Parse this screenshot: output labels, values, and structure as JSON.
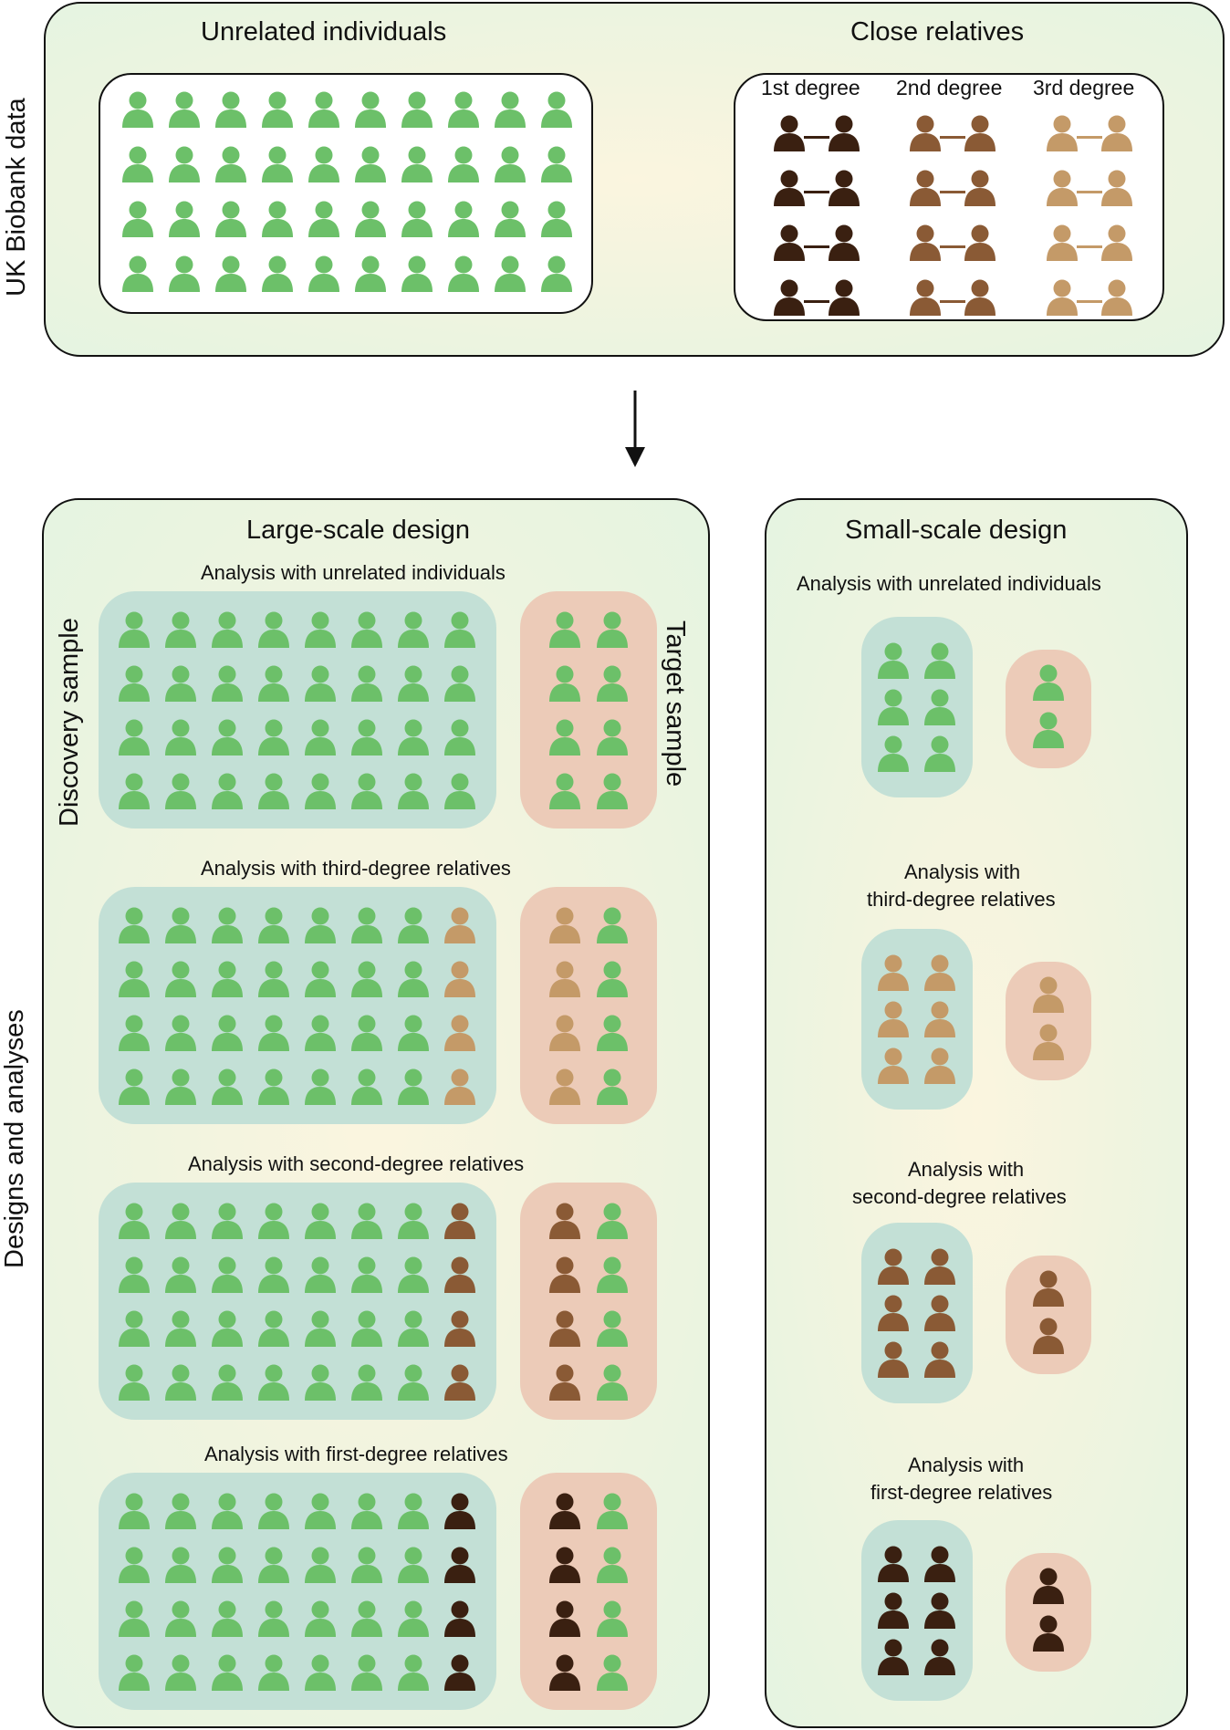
{
  "colors": {
    "unrelated": "#6cc069",
    "first_degree": "#3a2011",
    "second_degree": "#8a5a35",
    "third_degree": "#c49a68",
    "discovery_bg": "#c3e0d6",
    "target_bg": "#eccbb8"
  },
  "top_panel": {
    "side_label": "UK Biobank data",
    "unrelated_title": "Unrelated individuals",
    "unrelated_grid": {
      "rows": 4,
      "cols": 10
    },
    "relatives_title": "Close relatives",
    "degrees": [
      {
        "label": "1st degree",
        "color_key": "first_degree",
        "pairs": 4
      },
      {
        "label": "2nd degree",
        "color_key": "second_degree",
        "pairs": 4
      },
      {
        "label": "3rd degree",
        "color_key": "third_degree",
        "pairs": 4
      }
    ]
  },
  "bottom": {
    "side_label": "Designs and analyses",
    "large": {
      "title": "Large-scale design",
      "discovery_label": "Discovery sample",
      "target_label": "Target sample",
      "analyses": [
        {
          "title": "Analysis with unrelated individuals",
          "relative_color_key": null
        },
        {
          "title": "Analysis with third-degree relatives",
          "relative_color_key": "third_degree"
        },
        {
          "title": "Analysis with second-degree relatives",
          "relative_color_key": "second_degree"
        },
        {
          "title": "Analysis with first-degree relatives",
          "relative_color_key": "first_degree"
        }
      ]
    },
    "small": {
      "title": "Small-scale design",
      "analyses": [
        {
          "title_lines": [
            "Analysis with unrelated individuals"
          ],
          "color_key": "unrelated"
        },
        {
          "title_lines": [
            "Analysis with",
            "third-degree relatives"
          ],
          "color_key": "third_degree"
        },
        {
          "title_lines": [
            "Analysis with",
            "second-degree relatives"
          ],
          "color_key": "second_degree"
        },
        {
          "title_lines": [
            "Analysis with",
            "first-degree relatives"
          ],
          "color_key": "first_degree"
        }
      ]
    }
  }
}
